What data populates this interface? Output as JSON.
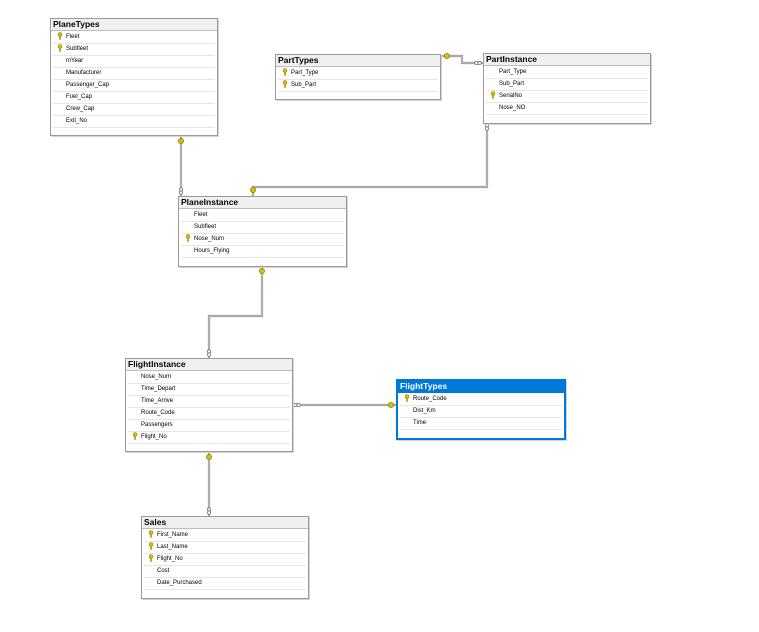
{
  "colors": {
    "connector": "#8c8c8c",
    "key": "#d8c200",
    "selected": "#0078d7"
  },
  "tables": {
    "planetypes": {
      "title": "PlaneTypes",
      "rows": [
        {
          "name": "Fleet",
          "key": true
        },
        {
          "name": "Subfleet",
          "key": true
        },
        {
          "name": "mYear",
          "key": false
        },
        {
          "name": "Manufacturer",
          "key": false
        },
        {
          "name": "Passenger_Cap",
          "key": false
        },
        {
          "name": "Fuel_Cap",
          "key": false
        },
        {
          "name": "Crew_Cap",
          "key": false
        },
        {
          "name": "Exit_No",
          "key": false
        }
      ]
    },
    "parttypes": {
      "title": "PartTypes",
      "rows": [
        {
          "name": "Part_Type",
          "key": true
        },
        {
          "name": "Sub_Part",
          "key": true
        }
      ]
    },
    "partinstance": {
      "title": "PartInstance",
      "rows": [
        {
          "name": "Part_Type",
          "key": false
        },
        {
          "name": "Sub_Part",
          "key": false
        },
        {
          "name": "SerialNo",
          "key": true
        },
        {
          "name": "Nose_NO",
          "key": false
        }
      ]
    },
    "planeinstance": {
      "title": "PlaneInstance",
      "rows": [
        {
          "name": "Fleet",
          "key": false
        },
        {
          "name": "Subfleet",
          "key": false
        },
        {
          "name": "Nose_Num",
          "key": true
        },
        {
          "name": "Hours_Flying",
          "key": false
        }
      ]
    },
    "flightinstance": {
      "title": "FlightInstance",
      "rows": [
        {
          "name": "Nose_Num",
          "key": false
        },
        {
          "name": "Time_Depart",
          "key": false
        },
        {
          "name": "Time_Arrive",
          "key": false
        },
        {
          "name": "Route_Code",
          "key": false
        },
        {
          "name": "Passengers",
          "key": false
        },
        {
          "name": "Flight_No",
          "key": true
        }
      ]
    },
    "flighttypes": {
      "title": "FlightTypes",
      "rows": [
        {
          "name": "Route_Code",
          "key": true
        },
        {
          "name": "Dist_Km",
          "key": false
        },
        {
          "name": "Time",
          "key": false
        }
      ]
    },
    "sales": {
      "title": "Sales",
      "rows": [
        {
          "name": "First_Name",
          "key": true
        },
        {
          "name": "Last_Name",
          "key": true
        },
        {
          "name": "Flight_No",
          "key": true
        },
        {
          "name": "Cost",
          "key": false
        },
        {
          "name": "Date_Purchased",
          "key": false
        }
      ]
    }
  },
  "relationships": [
    {
      "one": "planetypes",
      "many": "planeinstance"
    },
    {
      "one": "parttypes",
      "many": "partinstance"
    },
    {
      "one": "planeinstance",
      "many": "partinstance"
    },
    {
      "one": "planeinstance",
      "many": "flightinstance"
    },
    {
      "one": "flighttypes",
      "many": "flightinstance"
    },
    {
      "one": "flightinstance",
      "many": "sales"
    }
  ]
}
